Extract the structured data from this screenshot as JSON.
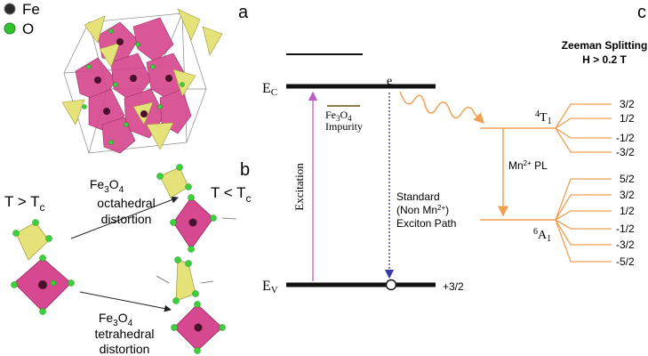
{
  "legend": [
    {
      "label": "Fe",
      "color": "#2b2b2b"
    },
    {
      "label": "O",
      "color": "#2fc42f"
    }
  ],
  "panel_letters": {
    "a": "a",
    "b": "b",
    "c": "c"
  },
  "panel_b": {
    "temp_high": "T > T",
    "temp_high_sub": "c",
    "temp_low": "T < T",
    "temp_low_sub": "c",
    "octa_formula_pre": "Fe",
    "octa_sub1": "3",
    "octa_formula_mid": "O",
    "octa_sub2": "4",
    "octa_line1": "octahedral",
    "octa_line2": "distortion",
    "tetra_formula_pre": "Fe",
    "tetra_sub1": "3",
    "tetra_formula_mid": "O",
    "tetra_sub2": "4",
    "tetra_line1": "tetrahedral",
    "tetra_line2": "distortion"
  },
  "panel_c": {
    "ec_main": "E",
    "ec_sub": "C",
    "ev_main": "E",
    "ev_sub": "V",
    "electron": "e",
    "hole_spin": "+3/2",
    "impurity_pre": "Fe",
    "impurity_sub1": "3",
    "impurity_mid": "O",
    "impurity_sub2": "4",
    "impurity_label": "Impurity",
    "excitation": "Excitation",
    "standard_l1": "Standard",
    "standard_l2_pre": "(Non Mn",
    "standard_l2_sup": "2+",
    "standard_l2_post": ")",
    "standard_l3": "Exciton Path",
    "zeeman_title": "Zeeman Splitting",
    "zeeman_field": "H > 0.2 T",
    "t1_sup": "4",
    "t1_main": "T",
    "t1_sub": "1",
    "a1_sup": "6",
    "a1_main": "A",
    "a1_sub": "1",
    "mn_pl_pre": "Mn",
    "mn_pl_sup": "2+",
    "mn_pl_post": " PL",
    "t1_levels": [
      "3/2",
      "1/2",
      "-1/2",
      "-3/2"
    ],
    "a1_levels": [
      "5/2",
      "3/2",
      "1/2",
      "-1/2",
      "-3/2",
      "-5/2"
    ]
  },
  "colors": {
    "tetra_fill": "#e6e27a",
    "tetra_edge": "#9a9a3a",
    "octa_fill": "#d6488f",
    "octa_edge": "#8e1e55",
    "oxygen": "#3ad13a",
    "iron": "#2b2b2b",
    "excitation_arrow": "#c15dc4",
    "exciton_path": "#3a3aa8",
    "mn_orange": "#f0a050",
    "impurity_line": "#8a7a4a"
  }
}
